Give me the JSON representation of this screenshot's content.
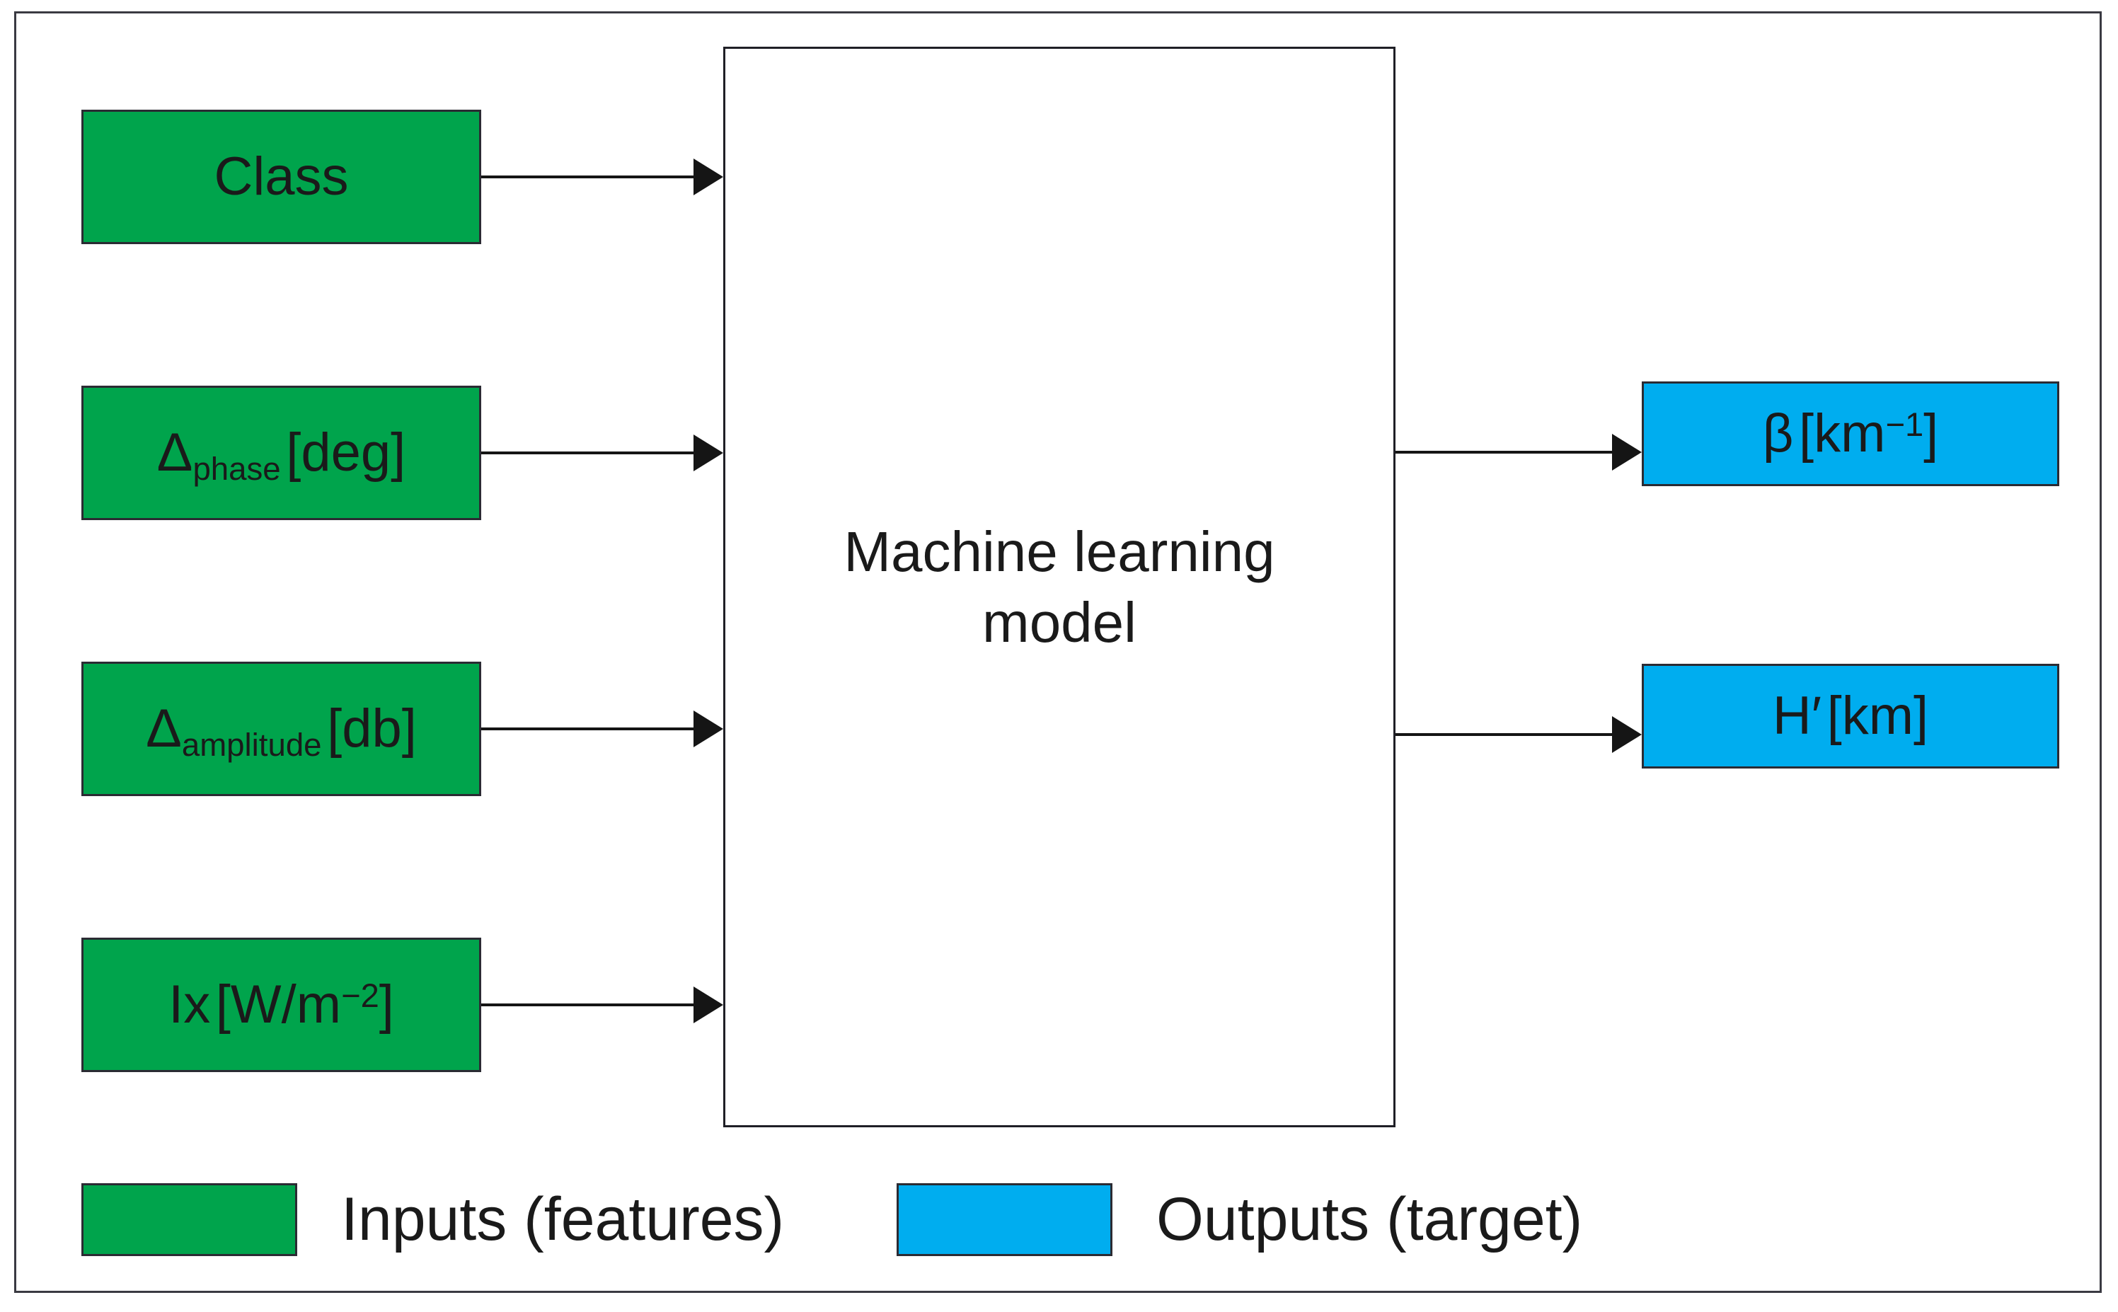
{
  "figure": {
    "title": "Machine learning model input-output block diagram",
    "background_color": "#ffffff",
    "frame_color": "#3a3a42"
  },
  "colors": {
    "input_green": "#00a44c",
    "output_blue": "#00adef",
    "box_border": "#2b2b33",
    "arrow": "#151515",
    "text": "#1a1a1a"
  },
  "inputs": {
    "boxes": [
      {
        "id": "class",
        "label": "Class",
        "symbol": "Class",
        "subscript": "",
        "unit": ""
      },
      {
        "id": "delta-phase",
        "label": "Δphase [deg]",
        "symbol": "Δ",
        "subscript": "phase",
        "unit": "[deg]"
      },
      {
        "id": "delta-amplitude",
        "label": "Δamplitude [db]",
        "symbol": "Δ",
        "subscript": "amplitude",
        "unit": "[db]"
      },
      {
        "id": "ix",
        "label": "Ix [W/m⁻²]",
        "symbol": "Ix",
        "subscript": "",
        "unit_prefix": "[W/m",
        "unit_exponent": "−2",
        "unit_suffix": "]"
      }
    ]
  },
  "model": {
    "line1": "Machine learning",
    "line2": "model"
  },
  "outputs": {
    "boxes": [
      {
        "id": "beta",
        "label": "β [km⁻¹]",
        "symbol": "β",
        "unit_prefix": "[km",
        "unit_exponent": "−1",
        "unit_suffix": "]"
      },
      {
        "id": "h-prime",
        "label": "H′ [km]",
        "symbol": "H′",
        "unit_prefix": "[km]",
        "unit_exponent": "",
        "unit_suffix": ""
      }
    ]
  },
  "legend": {
    "items": [
      {
        "id": "inputs",
        "label": "Inputs (features)",
        "color": "#00a44c"
      },
      {
        "id": "outputs",
        "label": "Outputs (target)",
        "color": "#00adef"
      }
    ]
  },
  "chart_data": {
    "type": "diagram",
    "title": "Machine learning model block diagram",
    "nodes": [
      {
        "id": "class",
        "role": "input",
        "label": "Class",
        "color": "#00a44c"
      },
      {
        "id": "delta-phase",
        "role": "input",
        "label": "Δphase [deg]",
        "color": "#00a44c"
      },
      {
        "id": "delta-amplitude",
        "role": "input",
        "label": "Δamplitude [db]",
        "color": "#00a44c"
      },
      {
        "id": "ix",
        "role": "input",
        "label": "Ix [W/m⁻²]",
        "color": "#00a44c"
      },
      {
        "id": "model",
        "role": "process",
        "label": "Machine learning model",
        "color": "#ffffff"
      },
      {
        "id": "beta",
        "role": "output",
        "label": "β [km⁻¹]",
        "color": "#00adef"
      },
      {
        "id": "h-prime",
        "role": "output",
        "label": "H′ [km]",
        "color": "#00adef"
      }
    ],
    "edges": [
      {
        "from": "class",
        "to": "model"
      },
      {
        "from": "delta-phase",
        "to": "model"
      },
      {
        "from": "delta-amplitude",
        "to": "model"
      },
      {
        "from": "ix",
        "to": "model"
      },
      {
        "from": "model",
        "to": "beta"
      },
      {
        "from": "model",
        "to": "h-prime"
      }
    ],
    "legend": [
      {
        "label": "Inputs (features)",
        "color": "#00a44c"
      },
      {
        "label": "Outputs (target)",
        "color": "#00adef"
      }
    ]
  }
}
